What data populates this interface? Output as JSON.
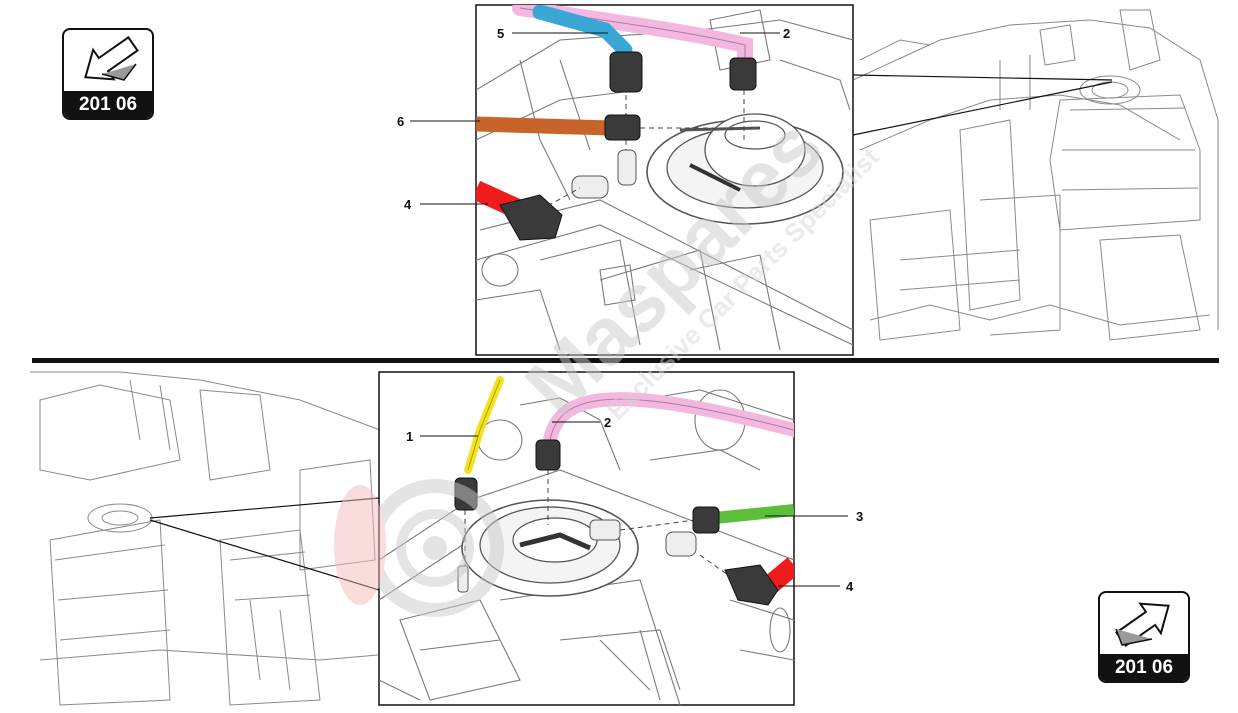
{
  "nav": {
    "prev": {
      "code": "201 06",
      "icon": "arrow-up-left-icon"
    },
    "next": {
      "code": "201 06",
      "icon": "arrow-up-right-icon"
    }
  },
  "callouts_top": [
    {
      "label": "5"
    },
    {
      "label": "2"
    },
    {
      "label": "6"
    },
    {
      "label": "4"
    }
  ],
  "callouts_bottom": [
    {
      "label": "1"
    },
    {
      "label": "2"
    },
    {
      "label": "3"
    },
    {
      "label": "4"
    }
  ],
  "watermark": {
    "brand": "Maspares",
    "tagline": "Exclusive Car Parts Specialist"
  },
  "colors": {
    "hose_pink": "#f2b8e0",
    "hose_blue": "#3aa6d6",
    "hose_orange": "#c8642a",
    "hose_red": "#ee1c1c",
    "hose_yellow": "#f4e21e",
    "hose_green": "#5cbf3a",
    "connector": "#3a3a3a",
    "line_art": "#6b6b6b",
    "watermark": "#c9c9c9",
    "watermark_accent": "#f2b8b8"
  }
}
